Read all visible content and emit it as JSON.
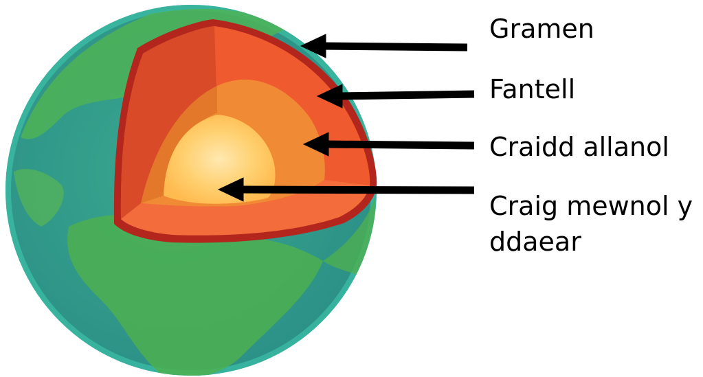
{
  "labels": {
    "crust": "Gramen",
    "mantle": "Fantell",
    "outer_core": "Craidd allanol",
    "inner_core": "Craig mewnol y ddaear"
  },
  "colors": {
    "ocean": "#2f9e8c",
    "land": "#4caf50",
    "crust_edge": "#b3261e",
    "mantle": "#ef5a2e",
    "outer_core": "#f08a34",
    "inner_core": "#ffc45a",
    "arrow": "#000000"
  }
}
